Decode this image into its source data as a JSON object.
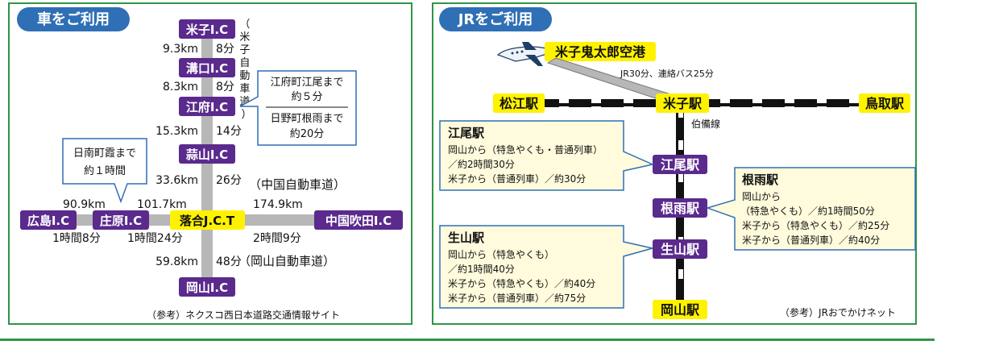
{
  "colors": {
    "panel_border": "#2e9645",
    "header_pill": "#2f6fb5",
    "interchange": "#5a2a8c",
    "station": "#fff200",
    "box_border": "#2f6fb5",
    "box_fill": "#fffbdc",
    "road": "#b7b7b7"
  },
  "car": {
    "title": "車をご利用",
    "vertical_road_label": "（米子自動車道）",
    "interchanges": {
      "yonago": "米子I.C",
      "mizoguchi": "溝口I.C",
      "kofu": "江府I.C",
      "hiruzen": "蒜山I.C",
      "ochiai": "落合J.C.T",
      "shobara": "庄原I.C",
      "hiroshima": "広島I.C",
      "chugoku_suita": "中国吹田I.C",
      "okayama": "岡山I.C"
    },
    "segments": {
      "s1_km": "9.3km",
      "s1_min": "8分",
      "s2_km": "8.3km",
      "s2_min": "8分",
      "s3_km": "15.3km",
      "s3_min": "14分",
      "s4_km": "33.6km",
      "s4_min": "26分",
      "s5_km": "59.8km",
      "s5_min": "48分",
      "hiroshima_km": "90.9km",
      "hiroshima_time": "1時間8分",
      "shobara_km": "101.7km",
      "shobara_time": "1時間24分",
      "suita_km": "174.9km",
      "suita_time": "2時間9分"
    },
    "chugoku_road": "（中国自動車道）",
    "okayama_road": "（岡山自動車道）",
    "callout_kofu": {
      "line1": "江府町江尾まで",
      "line2": "約５分",
      "line3": "日野町根雨まで",
      "line4": "約20分"
    },
    "callout_nichinan": {
      "line1": "日南町霞まで",
      "line2": "約１時間"
    },
    "source": "（参考）ネクスコ西日本道路交通情報サイト"
  },
  "jr": {
    "title": "JRをご利用",
    "airport": "米子鬼太郎空港",
    "airport_access": "JR30分、連絡バス25分",
    "matsue": "松江駅",
    "yonago": "米子駅",
    "tottori": "鳥取駅",
    "line_name": "伯備線",
    "ebi": "江尾駅",
    "neu": "根雨駅",
    "shoyama": "生山駅",
    "okayama": "岡山駅",
    "ebi_box": {
      "title": "江尾駅",
      "line1": "岡山から（特急やくも・普通列車）",
      "line2": "／約2時間30分",
      "line3": "米子から（普通列車）／約30分"
    },
    "neu_box": {
      "title": "根雨駅",
      "line1": "岡山から",
      "line2": "（特急やくも）／約1時間50分",
      "line3": "米子から（特急やくも）／約25分",
      "line4": "米子から（普通列車）／約40分"
    },
    "shoyama_box": {
      "title": "生山駅",
      "line1": "岡山から（特急やくも）",
      "line2": "／約1時間40分",
      "line3": "米子から（特急やくも）／約40分",
      "line4": "米子から（普通列車）／約75分"
    },
    "source": "（参考）JRおでかけネット"
  }
}
